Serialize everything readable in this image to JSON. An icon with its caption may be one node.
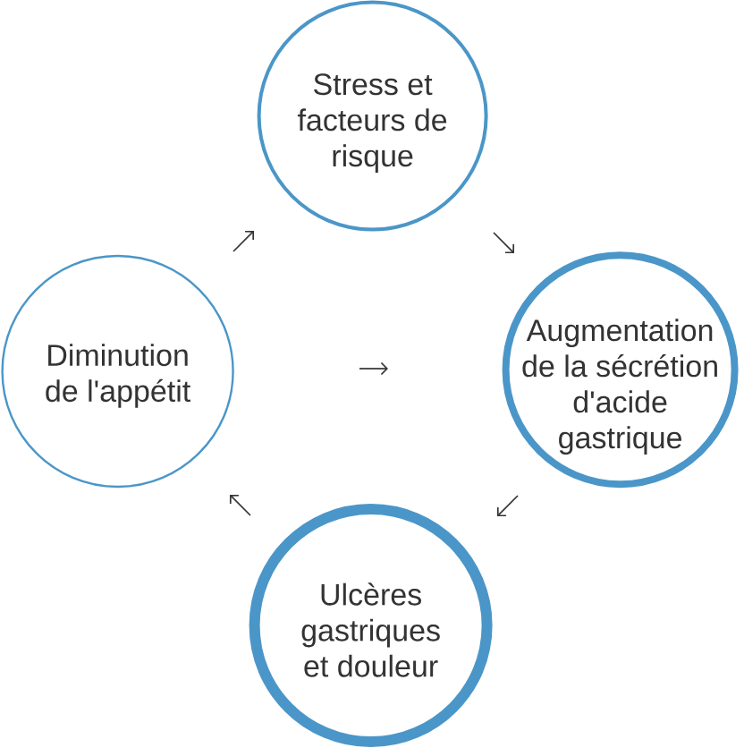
{
  "diagram": {
    "nodes": [
      {
        "text": [
          "Stress et facteurs de risque"
        ]
      },
      {
        "text": [
          "Augmentation de la sécrétion d'acide gastrique"
        ]
      },
      {
        "text": [
          "Ulcères gastriques et douleur"
        ]
      },
      {
        "text": [
          "Diminution de l'appétit"
        ]
      }
    ]
  }
}
